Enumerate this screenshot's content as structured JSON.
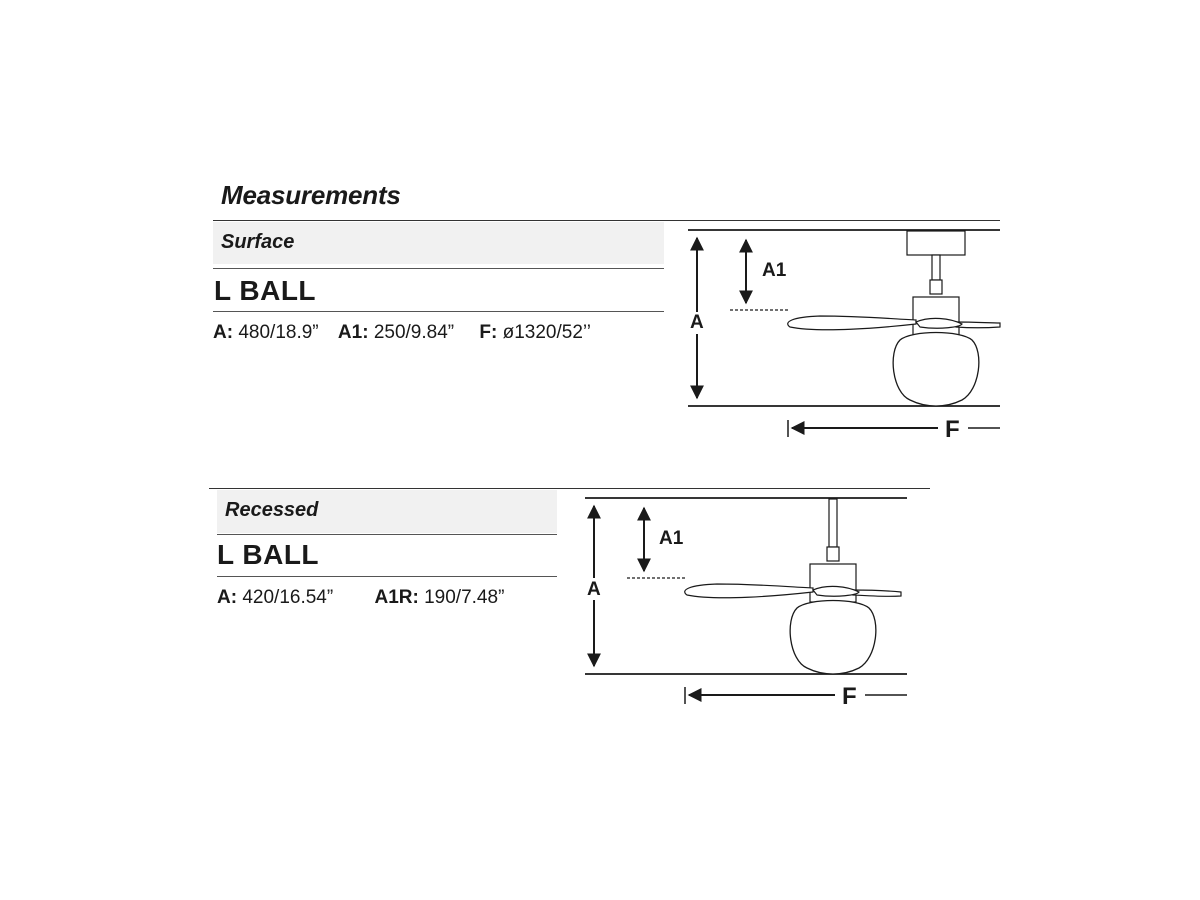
{
  "title": "Measurements",
  "surface": {
    "label": "Surface",
    "model": "L BALL",
    "specs": [
      {
        "key": "A:",
        "value": "480/18.9”"
      },
      {
        "key": "A1:",
        "value": "250/9.84”"
      },
      {
        "key": "F:",
        "value": "ø1320/52’’"
      }
    ],
    "dims": {
      "a": "A",
      "a1": "A1",
      "f": "F"
    }
  },
  "recessed": {
    "label": "Recessed",
    "model": "L BALL",
    "specs": [
      {
        "key": "A:",
        "value": "420/16.54”"
      },
      {
        "key": "A1R:",
        "value": "190/7.48”"
      }
    ],
    "dims": {
      "a": "A",
      "a1": "A1",
      "f": "F"
    }
  }
}
